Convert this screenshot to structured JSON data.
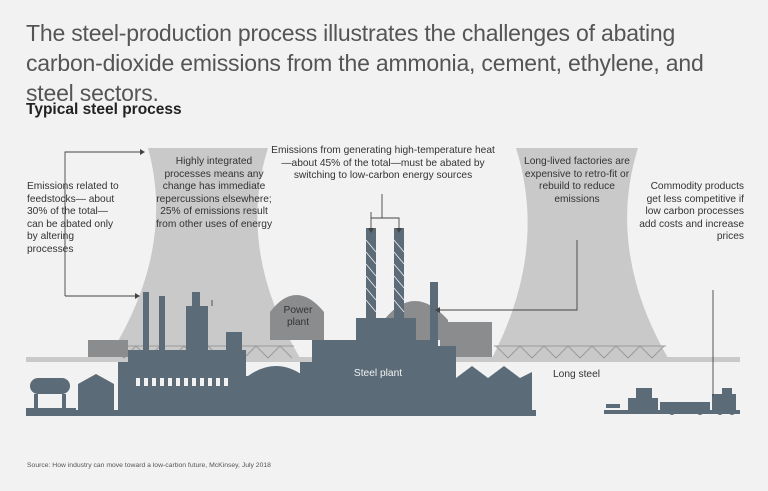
{
  "title": "The steel-production process illustrates the challenges of abating carbon-dioxide emissions from the ammonia, cement, ethylene, and steel sectors.",
  "subtitle": "Typical steel process",
  "annotations": {
    "feedstocks": "Emissions related to feedstocks— about 30% of the total—can be abated only by altering processes",
    "integrated": "Highly integrated processes means any change has immediate repercussions elsewhere; 25% of emissions result from other uses of energy",
    "heat": "Emissions from generating high-temperature heat—about 45% of the total—must be abated by switching to low-carbon energy sources",
    "long_lived": "Long-lived factories are expensive to retro-fit or rebuild to reduce emissions",
    "commodity": "Commodity products get less competitive if low carbon processes add costs and increase prices"
  },
  "labels": {
    "power_plant": "Power plant",
    "steel_plant": "Steel plant",
    "long_steel": "Long steel"
  },
  "source": "Source: How industry can move toward a low-carbon future, McKinsey, July 2018",
  "colors": {
    "background": "#f2f2f2",
    "cooling_tower": "#c9c9c9",
    "building_mid": "#8a8c8e",
    "building_dark": "#5b6b78",
    "line": "#444444"
  }
}
